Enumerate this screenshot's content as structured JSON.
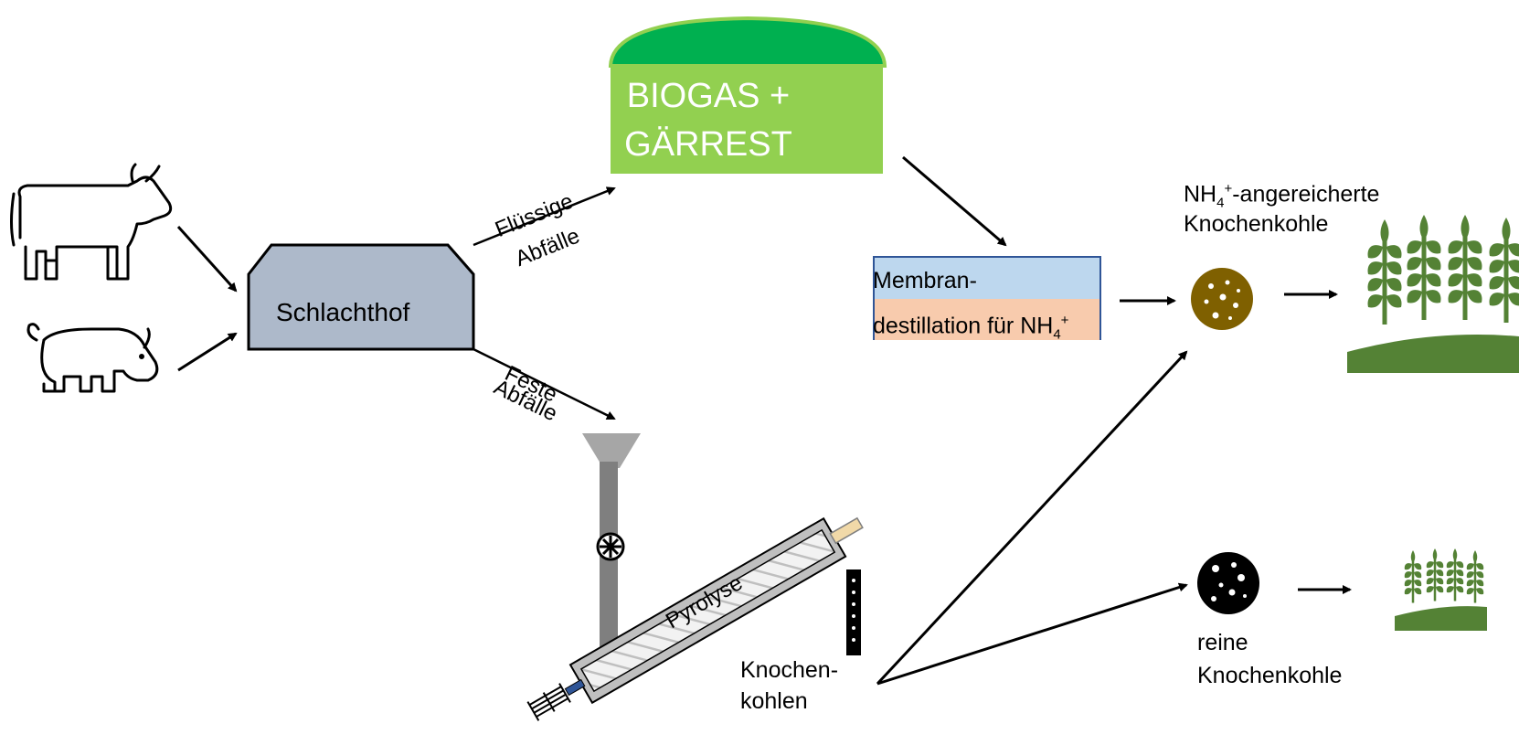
{
  "nodes": {
    "biogas_line1": "BIOGAS +",
    "biogas_line2": "GÄRREST",
    "schlachthof": "Schlachthof",
    "membran_line1": "Membran-",
    "membran_line2_prefix": "destillation für NH",
    "membran_line2_sub": "4",
    "membran_line2_sup": "+",
    "nh4_prefix": "NH",
    "nh4_sub": "4",
    "nh4_sup": "+",
    "nh4_suffix": "-angereicherte",
    "nh4_line2": "Knochenkohle",
    "reine_line1": "reine",
    "reine_line2": "Knochenkohle",
    "knochen_line1": "Knochen-",
    "knochen_line2": "kohlen",
    "pyrolyse": "Pyrolyse"
  },
  "edges": {
    "fluessige_line1": "Flüssige",
    "fluessige_line2": "Abfälle",
    "feste_line1": "Feste",
    "feste_line2": "Abfälle"
  },
  "colors": {
    "biogas_dome": "#00b050",
    "biogas_body": "#92d050",
    "schlachthof_fill": "#adb9ca",
    "membran_top": "#bdd7ee",
    "membran_bottom": "#f8cbad",
    "membran_border": "#2f5597",
    "enriched_char": "#7f6000",
    "pure_char": "#000000",
    "plants": "#548235",
    "hopper": "#a6a6a6"
  },
  "icons": [
    "cow-icon",
    "pig-icon",
    "wheat-field-large-icon",
    "wheat-field-small-icon",
    "bone-char-enriched-icon",
    "bone-char-pure-icon",
    "pyrolysis-reactor-icon"
  ]
}
